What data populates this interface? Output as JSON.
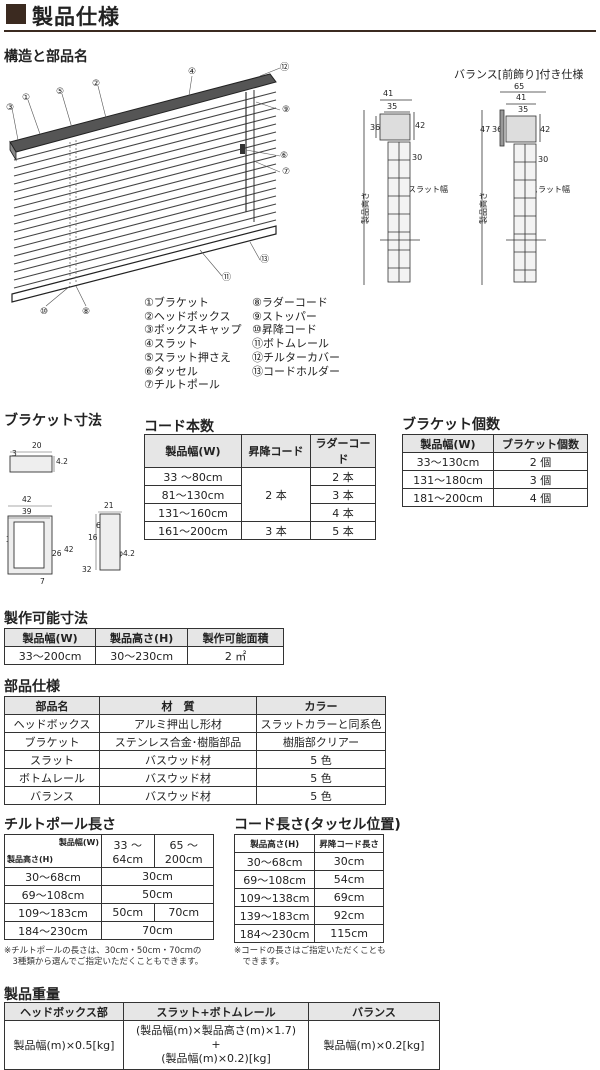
{
  "page_title": "製品仕様",
  "structure": {
    "heading": "構造と部品名",
    "valance_heading": "バランス[前飾り]付き仕様",
    "callouts": [
      "①",
      "②",
      "③",
      "④",
      "⑤",
      "⑥",
      "⑦",
      "⑧",
      "⑨",
      "⑩",
      "⑪",
      "⑫",
      "⑬"
    ],
    "parts_left": [
      "①ブラケット",
      "②ヘッドボックス",
      "③ボックスキャップ",
      "④スラット",
      "⑤スラット押さえ",
      "⑥タッセル",
      "⑦チルトポール"
    ],
    "parts_right": [
      "⑧ラダーコード",
      "⑨ストッパー",
      "⑩昇降コード",
      "⑪ボトムレール",
      "⑫チルターカバー",
      "⑬コードホルダー"
    ],
    "side_dims_left": {
      "w1": "41",
      "w2": "35",
      "h1": "36",
      "h2": "42",
      "h3": "30",
      "bottom_w": "35",
      "slat": "スラット幅",
      "height": "製品高さ"
    },
    "side_dims_right": {
      "w0": "65",
      "w1": "41",
      "w2": "35",
      "h0": "47",
      "h1": "36",
      "h2": "42",
      "h3": "30",
      "bottom_w": "35",
      "slat": "スラット幅",
      "height": "製品高さ"
    }
  },
  "bracket": {
    "heading": "ブラケット寸法",
    "d_top_w": "20",
    "d_top_h": "4.2",
    "d_small": "3",
    "d_w42": "42",
    "d_w39": "39",
    "d_h32": "32",
    "d_h26": "26",
    "d_h42": "42",
    "d_7": "7",
    "d_21": "21",
    "d_6": "6",
    "d_16": "16",
    "d_32b": "32",
    "d_phi": "φ4.2"
  },
  "cord_count": {
    "heading": "コード本数",
    "headers": [
      "製品幅(W)",
      "昇降コード",
      "ラダーコード"
    ],
    "rows": [
      [
        "33 ～80cm",
        "2 本",
        "2 本"
      ],
      [
        "81～130cm",
        "",
        "3 本"
      ],
      [
        "131～160cm",
        "",
        "4 本"
      ],
      [
        "161～200cm",
        "3 本",
        "5 本"
      ]
    ]
  },
  "bracket_count": {
    "heading": "ブラケット個数",
    "headers": [
      "製品幅(W)",
      "ブラケット個数"
    ],
    "rows": [
      [
        "33～130cm",
        "2 個"
      ],
      [
        "131～180cm",
        "3 個"
      ],
      [
        "181～200cm",
        "4 個"
      ]
    ]
  },
  "make_size": {
    "heading": "製作可能寸法",
    "headers": [
      "製品幅(W)",
      "製品高さ(H)",
      "製作可能面積"
    ],
    "row": [
      "33～200cm",
      "30～230cm",
      "2 ㎡"
    ]
  },
  "parts_spec": {
    "heading": "部品仕様",
    "headers": [
      "部品名",
      "材　質",
      "カラー"
    ],
    "rows": [
      [
        "ヘッドボックス",
        "アルミ押出し形材",
        "スラットカラーと同系色"
      ],
      [
        "ブラケット",
        "ステンレス合金･樹脂部品",
        "樹脂部クリアー"
      ],
      [
        "スラット",
        "バスウッド材",
        "5 色"
      ],
      [
        "ボトムレール",
        "バスウッド材",
        "5 色"
      ],
      [
        "バランス",
        "バスウッド材",
        "5 色"
      ]
    ]
  },
  "tilt_pole": {
    "heading": "チルトポール長さ",
    "corner_w": "製品幅(W)",
    "corner_h": "製品高さ(H)",
    "col1": "33 ～ 64cm",
    "col2": "65 ～ 200cm",
    "rows": [
      {
        "h": "30～68cm",
        "v": "30cm"
      },
      {
        "h": "69～108cm",
        "v": "50cm"
      },
      {
        "h": "109～183cm",
        "a": "50cm",
        "b": "70cm"
      },
      {
        "h": "184～230cm",
        "v": "70cm"
      }
    ],
    "note1": "※チルトポールの長さは、30cm・50cm・70cmの",
    "note2": "　3種類から選んでご指定いただくこともできます。"
  },
  "cord_length": {
    "heading": "コード長さ(タッセル位置)",
    "headers": [
      "製品高さ(H)",
      "昇降コード長さ"
    ],
    "rows": [
      [
        "30～68cm",
        "30cm"
      ],
      [
        "69～108cm",
        "54cm"
      ],
      [
        "109～138cm",
        "69cm"
      ],
      [
        "139～183cm",
        "92cm"
      ],
      [
        "184～230cm",
        "115cm"
      ]
    ],
    "note1": "※コードの長さはご指定いただくことも",
    "note2": "　できます。"
  },
  "weight": {
    "heading": "製品重量",
    "headers": [
      "ヘッドボックス部",
      "スラット+ボトムレール",
      "バランス"
    ],
    "c1": "製品幅(m)×0.5[kg]",
    "c2a": "(製品幅(m)×製品高さ(m)×1.7)",
    "c2b": "+",
    "c2c": "(製品幅(m)×0.2)[kg]",
    "c3": "製品幅(m)×0.2[kg]"
  }
}
